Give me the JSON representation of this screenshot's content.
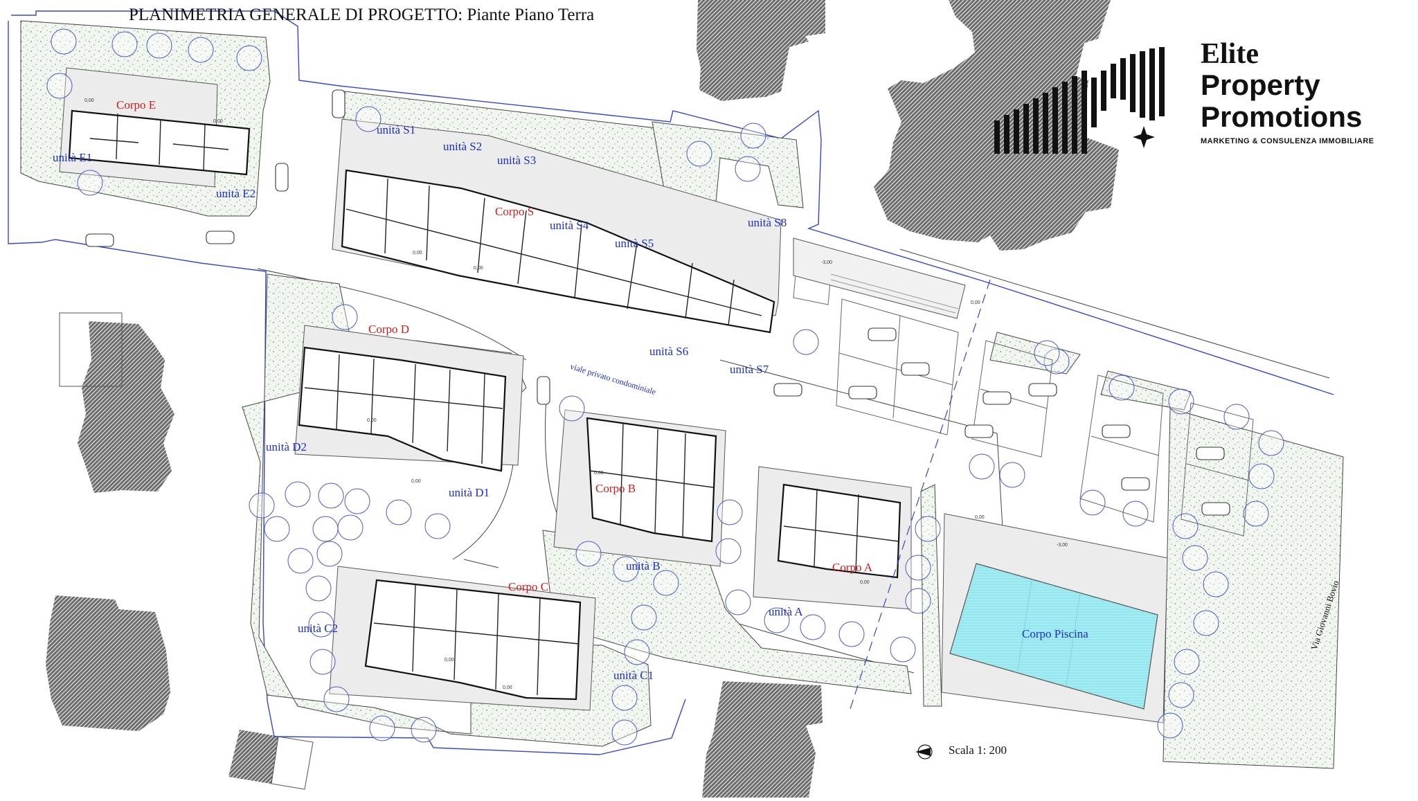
{
  "title": "PLANIMETRIA GENERALE DI PROGETTO: Piante Piano Terra",
  "brand": {
    "line1": "Elite",
    "line2": "Property",
    "line3": "Promotions",
    "tagline": "MARKETING & CONSULENZA IMMOBILIARE"
  },
  "buildings": {
    "corpo_e": "Corpo E",
    "corpo_s": "Corpo S",
    "corpo_d": "Corpo D",
    "corpo_b": "Corpo B",
    "corpo_a": "Corpo A",
    "corpo_c": "Corpo C",
    "corpo_piscina": "Corpo Piscina"
  },
  "units": {
    "e1": "unità E1",
    "e2": "unità E2",
    "s1": "unità S1",
    "s2": "unità S2",
    "s3": "unità S3",
    "s4": "unità S4",
    "s5": "unità S5",
    "s6": "unità S6",
    "s7": "unità S7",
    "s8": "unità S8",
    "d1": "unità D1",
    "d2": "unità D2",
    "b": "unità B",
    "a": "unità A",
    "c1": "unità C1",
    "c2": "unità C2"
  },
  "road_label": "viale privato condominiale",
  "street_label": "Via Giovanni Bovio",
  "scale_label": "Scala 1: 200",
  "level_zero": "0,00",
  "level_minus": "-3,00",
  "colors": {
    "unit_label": "#1b2fc4",
    "building_label": "#d21a1a",
    "boundary": "#3347c8",
    "pool": "#8fe3ec",
    "garden": "#eef3ec",
    "hatch": "#444444"
  }
}
